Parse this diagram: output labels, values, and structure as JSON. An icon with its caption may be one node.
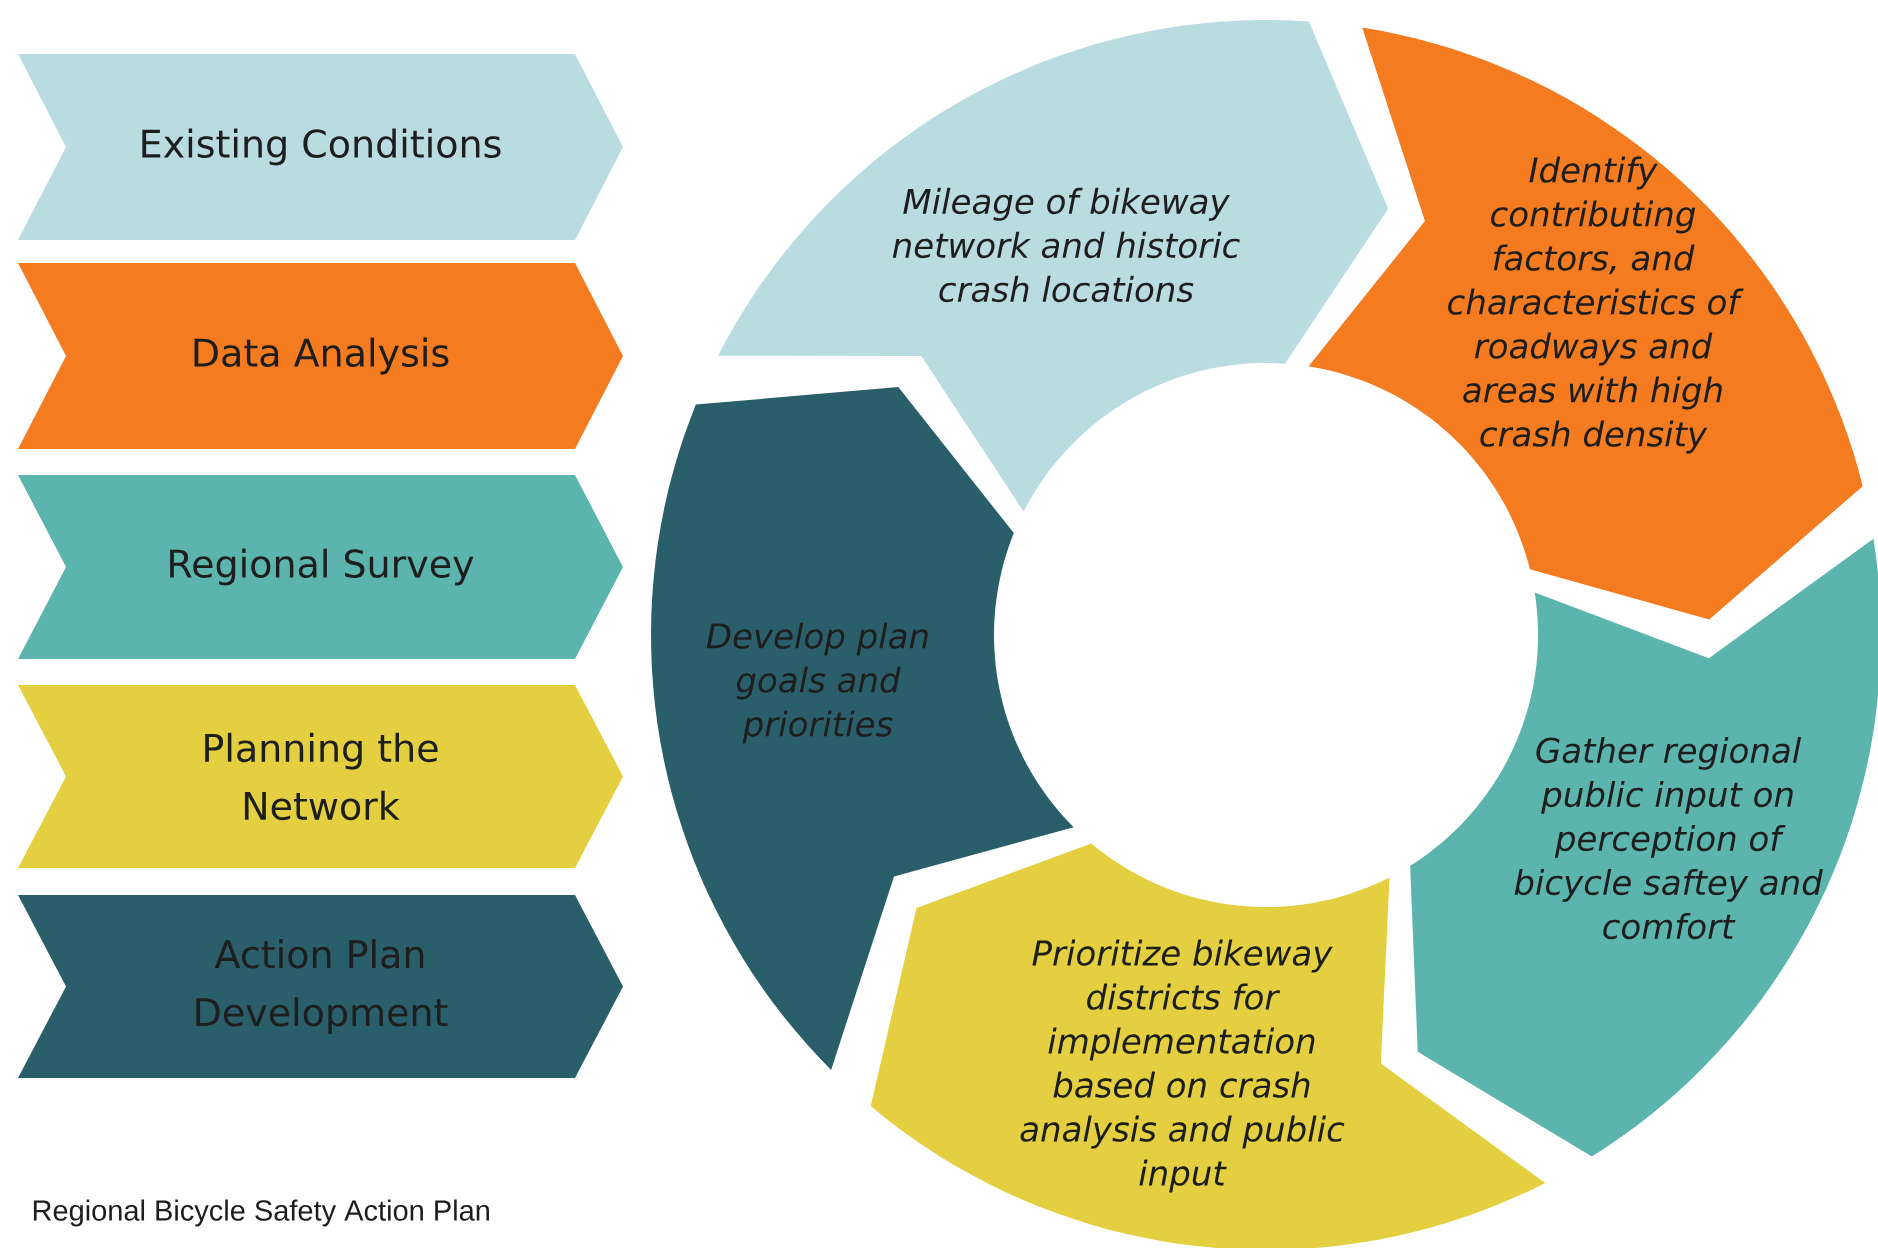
{
  "diagram": {
    "caption": "Regional Bicycle Safety Action Plan",
    "nodes": [
      {
        "text": [
          "Existing Conditions"
        ]
      },
      {
        "text": [
          "Data Analysis"
        ]
      },
      {
        "text": [
          "Regional Survey"
        ]
      },
      {
        "text": [
          "Planning the Network"
        ]
      },
      {
        "text": [
          "Action Plan Development"
        ]
      },
      {
        "text": [
          "Mileage of bikeway network and historic crash locations"
        ]
      },
      {
        "text": [
          "Identify contributing factors, and characteristics of roadways and areas with high crash density"
        ]
      },
      {
        "text": [
          "Gather regional public input on perception of bicycle saftey and comfort"
        ]
      },
      {
        "text": [
          "Prioritize bikeway districts for implementation based on crash analysis and public input"
        ]
      },
      {
        "text": [
          "Develop plan goals and priorities"
        ]
      }
    ]
  }
}
